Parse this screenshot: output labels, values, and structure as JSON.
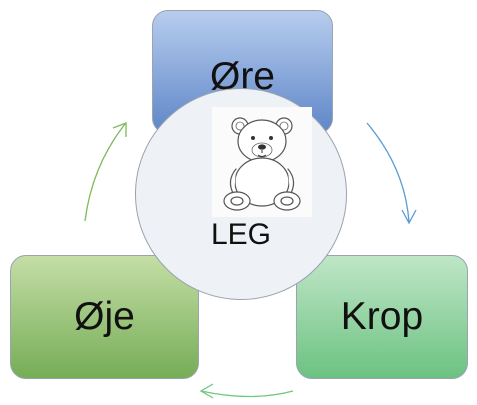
{
  "nodes": {
    "top": {
      "label": "Øre",
      "color": "#5f86c8"
    },
    "left": {
      "label": "Øje",
      "color": "#76ad56"
    },
    "right": {
      "label": "Krop",
      "color": "#6cc282"
    },
    "center": {
      "label": "LEG",
      "image": "teddy-bear-illustration"
    }
  },
  "arrows": [
    {
      "from": "Øre",
      "to": "Krop",
      "color": "#5b9bd5"
    },
    {
      "from": "Krop",
      "to": "Øje",
      "color": "#70c77f"
    },
    {
      "from": "Øje",
      "to": "Øre",
      "color": "#7dba5b"
    }
  ]
}
